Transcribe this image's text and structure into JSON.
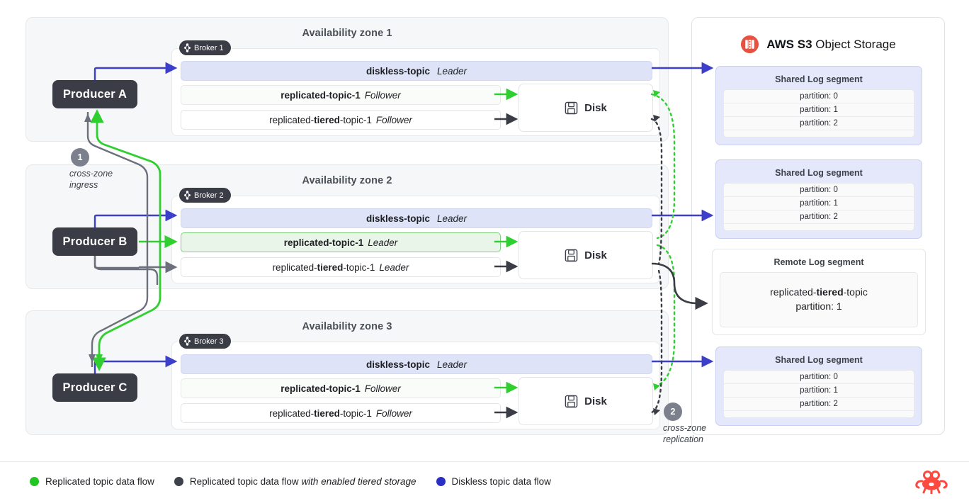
{
  "zones": [
    {
      "title": "Availability zone 1",
      "broker": {
        "label": "Broker 1",
        "icon": "kafka-icon"
      },
      "topics": [
        {
          "name": "diskless-topic",
          "role": "Leader",
          "kind": "diskless"
        },
        {
          "name": "replicated-topic-1",
          "role": "Follower",
          "kind": "replicated"
        },
        {
          "name_pre": "replicated-",
          "name_bold": "tiered",
          "name_post": "-topic-1",
          "role": "Follower",
          "kind": "tiered"
        }
      ],
      "disk": {
        "label": "Disk",
        "icon": "disk-icon"
      }
    },
    {
      "title": "Availability zone 2",
      "broker": {
        "label": "Broker 2",
        "icon": "kafka-icon"
      },
      "topics": [
        {
          "name": "diskless-topic",
          "role": "Leader",
          "kind": "diskless"
        },
        {
          "name": "replicated-topic-1",
          "role": "Leader",
          "kind": "replicated-leader"
        },
        {
          "name_pre": "replicated-",
          "name_bold": "tiered",
          "name_post": "-topic-1",
          "role": "Leader",
          "kind": "tiered"
        }
      ],
      "disk": {
        "label": "Disk",
        "icon": "disk-icon"
      }
    },
    {
      "title": "Availability zone 3",
      "broker": {
        "label": "Broker 3",
        "icon": "kafka-icon"
      },
      "topics": [
        {
          "name": "diskless-topic",
          "role": "Leader",
          "kind": "diskless"
        },
        {
          "name": "replicated-topic-1",
          "role": "Follower",
          "kind": "replicated"
        },
        {
          "name_pre": "replicated-",
          "name_bold": "tiered",
          "name_post": "-topic-1",
          "role": "Follower",
          "kind": "tiered"
        }
      ],
      "disk": {
        "label": "Disk",
        "icon": "disk-icon"
      }
    }
  ],
  "producers": [
    {
      "label": "Producer A"
    },
    {
      "label": "Producer B"
    },
    {
      "label": "Producer C"
    }
  ],
  "steps": [
    {
      "number": "1",
      "label_line1": "cross-zone",
      "label_line2": "ingress"
    },
    {
      "number": "2",
      "label_line1": "cross-zone",
      "label_line2": "replication"
    }
  ],
  "storage": {
    "title_bold": "AWS S3",
    "title_rest": "Object Storage",
    "logo_icon": "aws-s3-icon",
    "segments": [
      {
        "title": "Shared Log segment",
        "type": "shared",
        "partitions": [
          "partition: 0",
          "partition: 1",
          "partition: 2",
          "..."
        ]
      },
      {
        "title": "Shared Log segment",
        "type": "shared",
        "partitions": [
          "partition: 0",
          "partition: 1",
          "partition: 2",
          "..."
        ]
      },
      {
        "title": "Remote Log segment",
        "type": "remote",
        "body_pre": "replicated-",
        "body_bold": "tiered",
        "body_post": "-topic",
        "body_line2": "partition: 1"
      },
      {
        "title": "Shared Log segment",
        "type": "shared",
        "partitions": [
          "partition: 0",
          "partition: 1",
          "partition: 2",
          "..."
        ]
      }
    ]
  },
  "legend": [
    {
      "color": "#22c522",
      "text": "Replicated topic data flow",
      "italic": ""
    },
    {
      "color": "#3d4149",
      "text": "Replicated topic data flow ",
      "italic": "with enabled tiered storage"
    },
    {
      "color": "#2a2fc4",
      "text": "Diskless topic data flow",
      "italic": ""
    }
  ],
  "brand": {
    "logo_icon": "crab-icon",
    "color": "#fb4a3f"
  },
  "colors": {
    "diskless_flow": "#3b3fc9",
    "replicated_flow": "#2fcf2f",
    "tiered_flow": "#6b707c",
    "zone_bg": "#f6f7f8",
    "producer_bg": "#3a3d46",
    "shared_segment_bg": "#e4e8fa"
  }
}
